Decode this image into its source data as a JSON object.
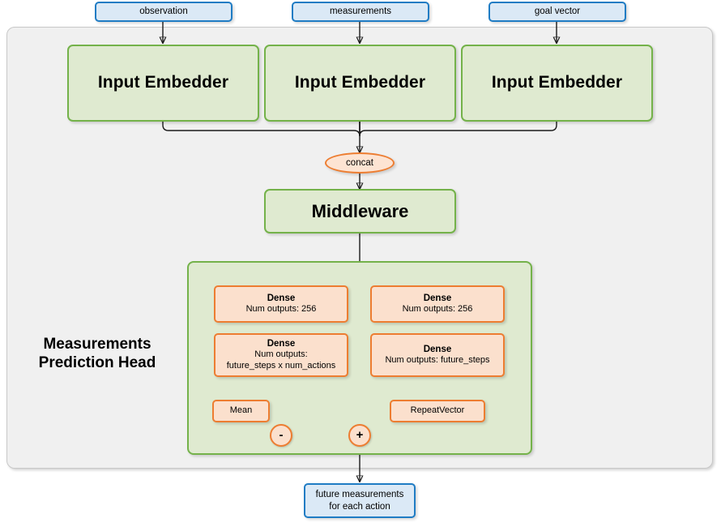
{
  "diagram": {
    "title": "Measurements Prediction Head network",
    "colors": {
      "green_border": "#74b24a",
      "green_fill": "#dfead0",
      "blue_border": "#1f7cc4",
      "blue_fill": "#dbe9f6",
      "orange_border": "#ed7d31",
      "orange_fill": "#fbe0cd",
      "outer_fill": "#f0f0f0",
      "wire": "#1a1a1a"
    }
  },
  "inputs": [
    {
      "label": "observation"
    },
    {
      "label": "measurements"
    },
    {
      "label": "goal vector"
    }
  ],
  "embedders": [
    {
      "label": "Input Embedder"
    },
    {
      "label": "Input Embedder"
    },
    {
      "label": "Input Embedder"
    }
  ],
  "concat": {
    "label": "concat"
  },
  "middleware": {
    "label": "Middleware"
  },
  "head": {
    "title_line1": "Measurements",
    "title_line2": "Prediction Head",
    "left_branch": {
      "dense1": {
        "title": "Dense",
        "line1": "Num outputs: 256"
      },
      "dense2": {
        "title": "Dense",
        "line1": "Num outputs:",
        "line2": "future_steps x num_actions"
      },
      "mean": {
        "label": "Mean"
      }
    },
    "right_branch": {
      "dense1": {
        "title": "Dense",
        "line1": "Num outputs: 256"
      },
      "dense2": {
        "title": "Dense",
        "line1": "Num outputs: future_steps"
      },
      "repeat_vector": {
        "label": "RepeatVector"
      }
    },
    "operators": {
      "subtract": {
        "symbol": "-"
      },
      "add": {
        "symbol": "+"
      }
    }
  },
  "output": {
    "line1": "future measurements",
    "line2": "for each action"
  }
}
